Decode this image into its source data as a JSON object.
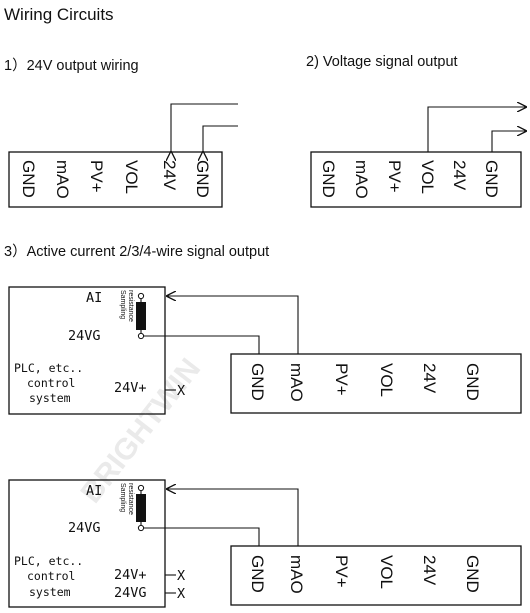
{
  "title": "Wiring Circuits",
  "sections": [
    {
      "label": "1）24V output wiring"
    },
    {
      "label": "2) Voltage signal output"
    },
    {
      "label": "3）Active current 2/3/4-wire signal output"
    }
  ],
  "terminals": [
    "GND",
    "mAO",
    "PV+",
    "VOL",
    "24V",
    "GND"
  ],
  "plc": {
    "ai": "AI",
    "gnd24": "24VG",
    "desc_line1": "PLC, etc..",
    "desc_line2": "control",
    "desc_line3": "system",
    "vplus": "24V+",
    "resistor_line1": "Sampling",
    "resistor_line2": "resistance",
    "unused_mark": "X"
  },
  "watermark": "BRIGHTWIN"
}
